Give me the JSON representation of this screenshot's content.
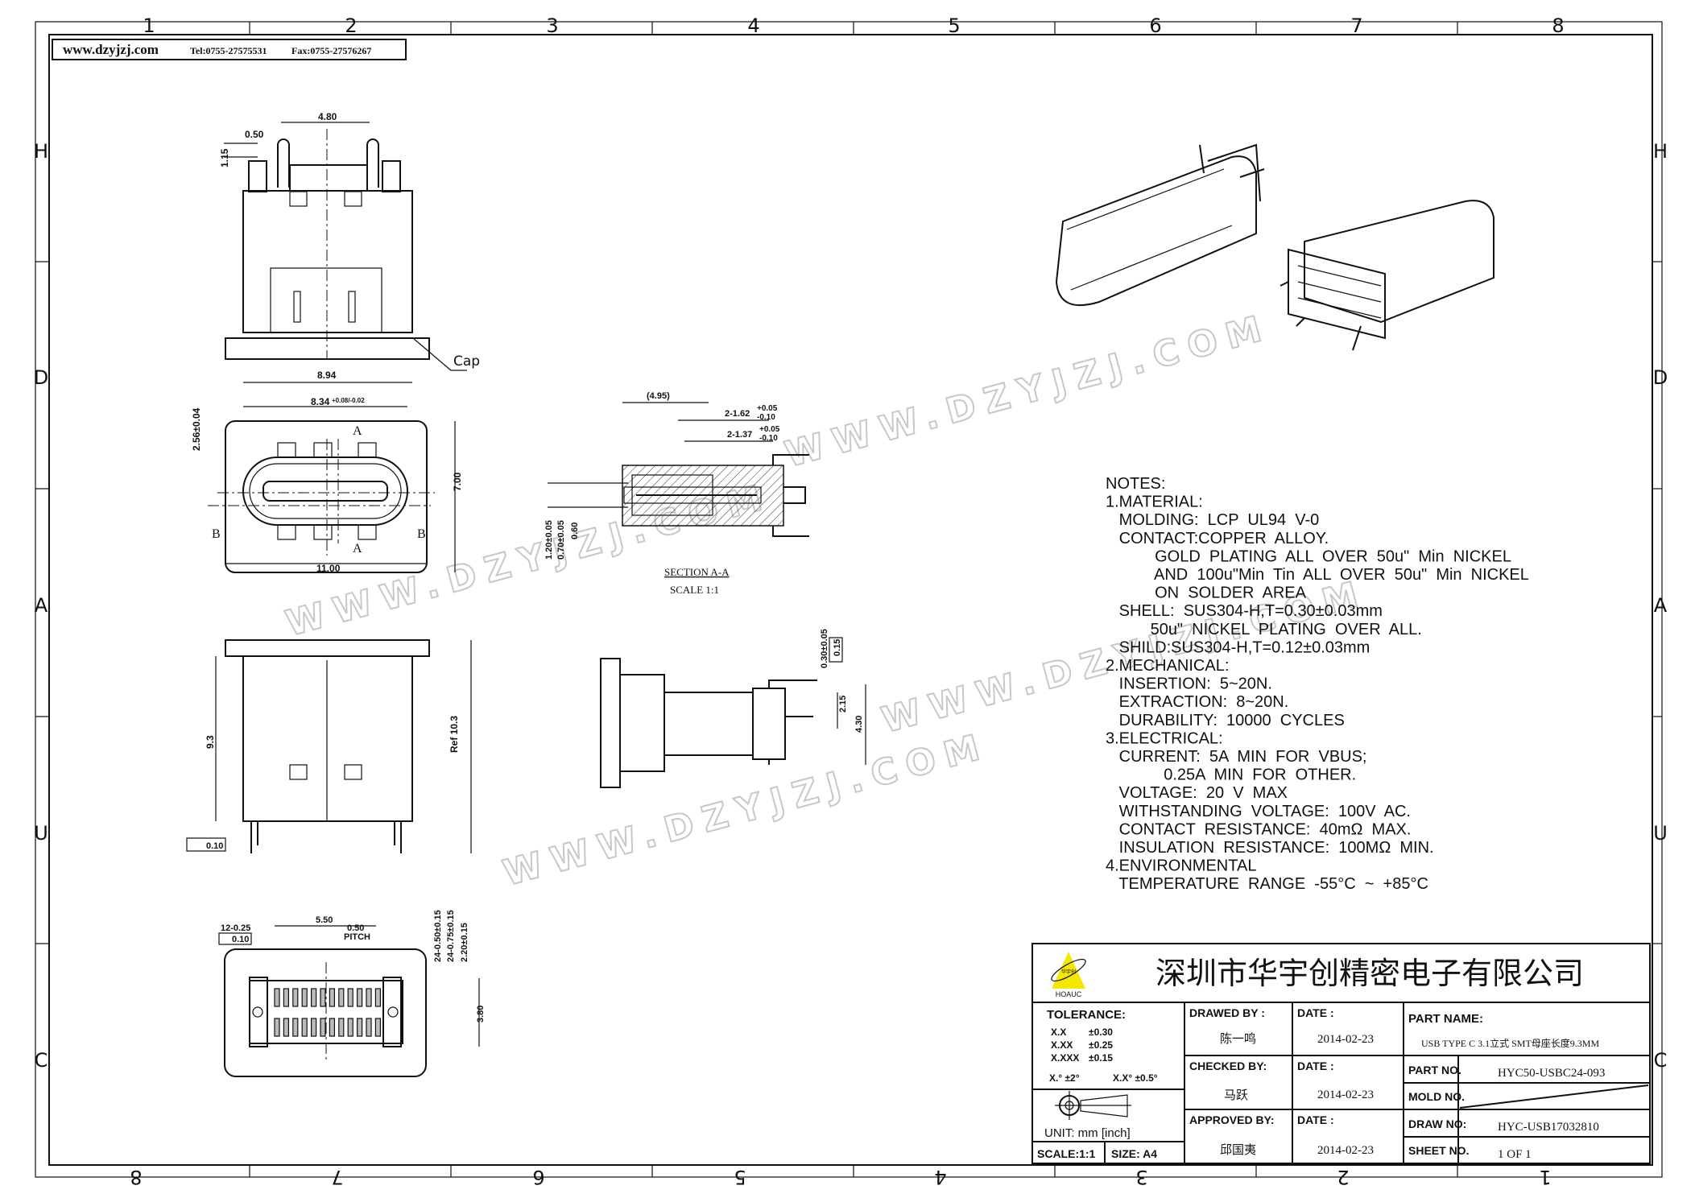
{
  "header": {
    "website": "www.dzyjzj.com",
    "tel": "Tel:0755-27575531",
    "fax": "Fax:0755-27576267"
  },
  "grid": {
    "columns_top": [
      "1",
      "2",
      "3",
      "4",
      "5",
      "6",
      "7",
      "8"
    ],
    "columns_bottom": [
      "8",
      "7",
      "6",
      "5",
      "4",
      "3",
      "2",
      "1"
    ],
    "rows_left": [
      "H",
      "D",
      "A",
      "U",
      "C"
    ],
    "rows_right": [
      "H",
      "D",
      "A",
      "U",
      "C"
    ]
  },
  "watermark": "WWW.DZYJZJ.COM",
  "views": {
    "front": {
      "dim_top": "4.80",
      "dim_pin": "0.50",
      "dim_height": "1.15",
      "dim_width": "8.94",
      "cap_label": "Cap"
    },
    "bottom": {
      "dim_shell": "8.34",
      "dim_shell_tol": "+0.08/-0.02",
      "dim_tongue": "2.56±0.04",
      "dim_height": "7.00",
      "dim_width": "11.00",
      "section_a": "A",
      "section_b": "B"
    },
    "section": {
      "dim_overall": "(4.95)",
      "dim_1": "2-1.62",
      "dim_1_tol_plus": "+0.05",
      "dim_1_tol_minus": "-0.10",
      "dim_2": "2-1.37",
      "dim_2_tol_plus": "+0.05",
      "dim_2_tol_minus": "-0.10",
      "dim_a": "1.20±0.05",
      "dim_b": "0.70±0.05",
      "dim_c": "0.60",
      "title": "SECTION A-A",
      "scale": "SCALE 1:1"
    },
    "long": {
      "dim_a": "9.3",
      "dim_b": "Ref 10.3",
      "flatness": "0.10"
    },
    "side": {
      "dim_a": "0.30±0.05",
      "dim_b": "0.15",
      "dim_c": "2.15",
      "dim_d": "4.30"
    },
    "footprint": {
      "dim_span": "5.50",
      "dim_pin": "12-0.25",
      "pos_tol": "0.10",
      "pitch": "0.50",
      "pitch_label": "PITCH",
      "dim_a": "24-0.50±0.15",
      "dim_b": "24-0.75±0.15",
      "dim_c": "2.20±0.15",
      "dim_d": "3.80"
    }
  },
  "notes": [
    "NOTES:",
    "1.MATERIAL:",
    "   MOLDING:  LCP  UL94  V-0",
    "   CONTACT:COPPER  ALLOY.",
    "           GOLD  PLATING  ALL  OVER  50u\"  Min  NICKEL",
    "           AND  100u\"Min  Tin  ALL  OVER  50u\"  Min  NICKEL",
    "           ON  SOLDER  AREA",
    "   SHELL:  SUS304-H,T=0.30±0.03mm",
    "          50u\"  NICKEL  PLATING  OVER  ALL.",
    "   SHILD:SUS304-H,T=0.12±0.03mm",
    "2.MECHANICAL:",
    "   INSERTION:  5~20N.",
    "   EXTRACTION:  8~20N.",
    "   DURABILITY:  10000  CYCLES",
    "3.ELECTRICAL:",
    "   CURRENT:  5A  MIN  FOR  VBUS;",
    "             0.25A  MIN  FOR  OTHER.",
    "   VOLTAGE:  20  V  MAX",
    "   WITHSTANDING  VOLTAGE:  100V  AC.",
    "   CONTACT  RESISTANCE:  40mΩ  MAX.",
    "   INSULATION  RESISTANCE:  100MΩ  MIN.",
    "4.ENVIRONMENTAL",
    "   TEMPERATURE  RANGE  -55°C  ~  +85°C"
  ],
  "title_block": {
    "logo_text": "HOAUC",
    "logo_cn": "华宇创",
    "company": "深圳市华宇创精密电子有限公司",
    "tolerance_label": "TOLERANCE:",
    "tolerances": [
      {
        "k": "X.X",
        "v": "±0.30"
      },
      {
        "k": "X.XX",
        "v": "±0.25"
      },
      {
        "k": "X.XXX",
        "v": "±0.15"
      }
    ],
    "angle_tol_1": "X.°  ±2°",
    "angle_tol_2": "X.X°  ±0.5°",
    "unit": "UNIT:  mm  [inch]",
    "scale": "SCALE:1:1",
    "size": "SIZE:  A4",
    "drawn_by_label": "DRAWED  BY :",
    "drawn_by": "陈一鸣",
    "checked_by_label": "CHECKED  BY:",
    "checked_by": "马跃",
    "approved_by_label": "APPROVED  BY:",
    "approved_by": "邱国夷",
    "date_label": "DATE  :",
    "date_drawn": "2014-02-23",
    "date_checked": "2014-02-23",
    "date_approved": "2014-02-23",
    "part_name_label": "PART  NAME:",
    "part_name": "USB TYPE C 3.1立式 SMT母座长度9.3MM",
    "part_no_label": "PART  NO.",
    "part_no": "HYC50-USBC24-093",
    "mold_no_label": "MOLD  NO.",
    "draw_no_label": "DRAW  NO:",
    "draw_no": "HYC-USB17032810",
    "sheet_no_label": "SHEET  NO.",
    "sheet_no": "1  OF  1"
  },
  "colors": {
    "line": "#111111",
    "logo": "#f5e800",
    "watermark": "#c8c8c8"
  }
}
